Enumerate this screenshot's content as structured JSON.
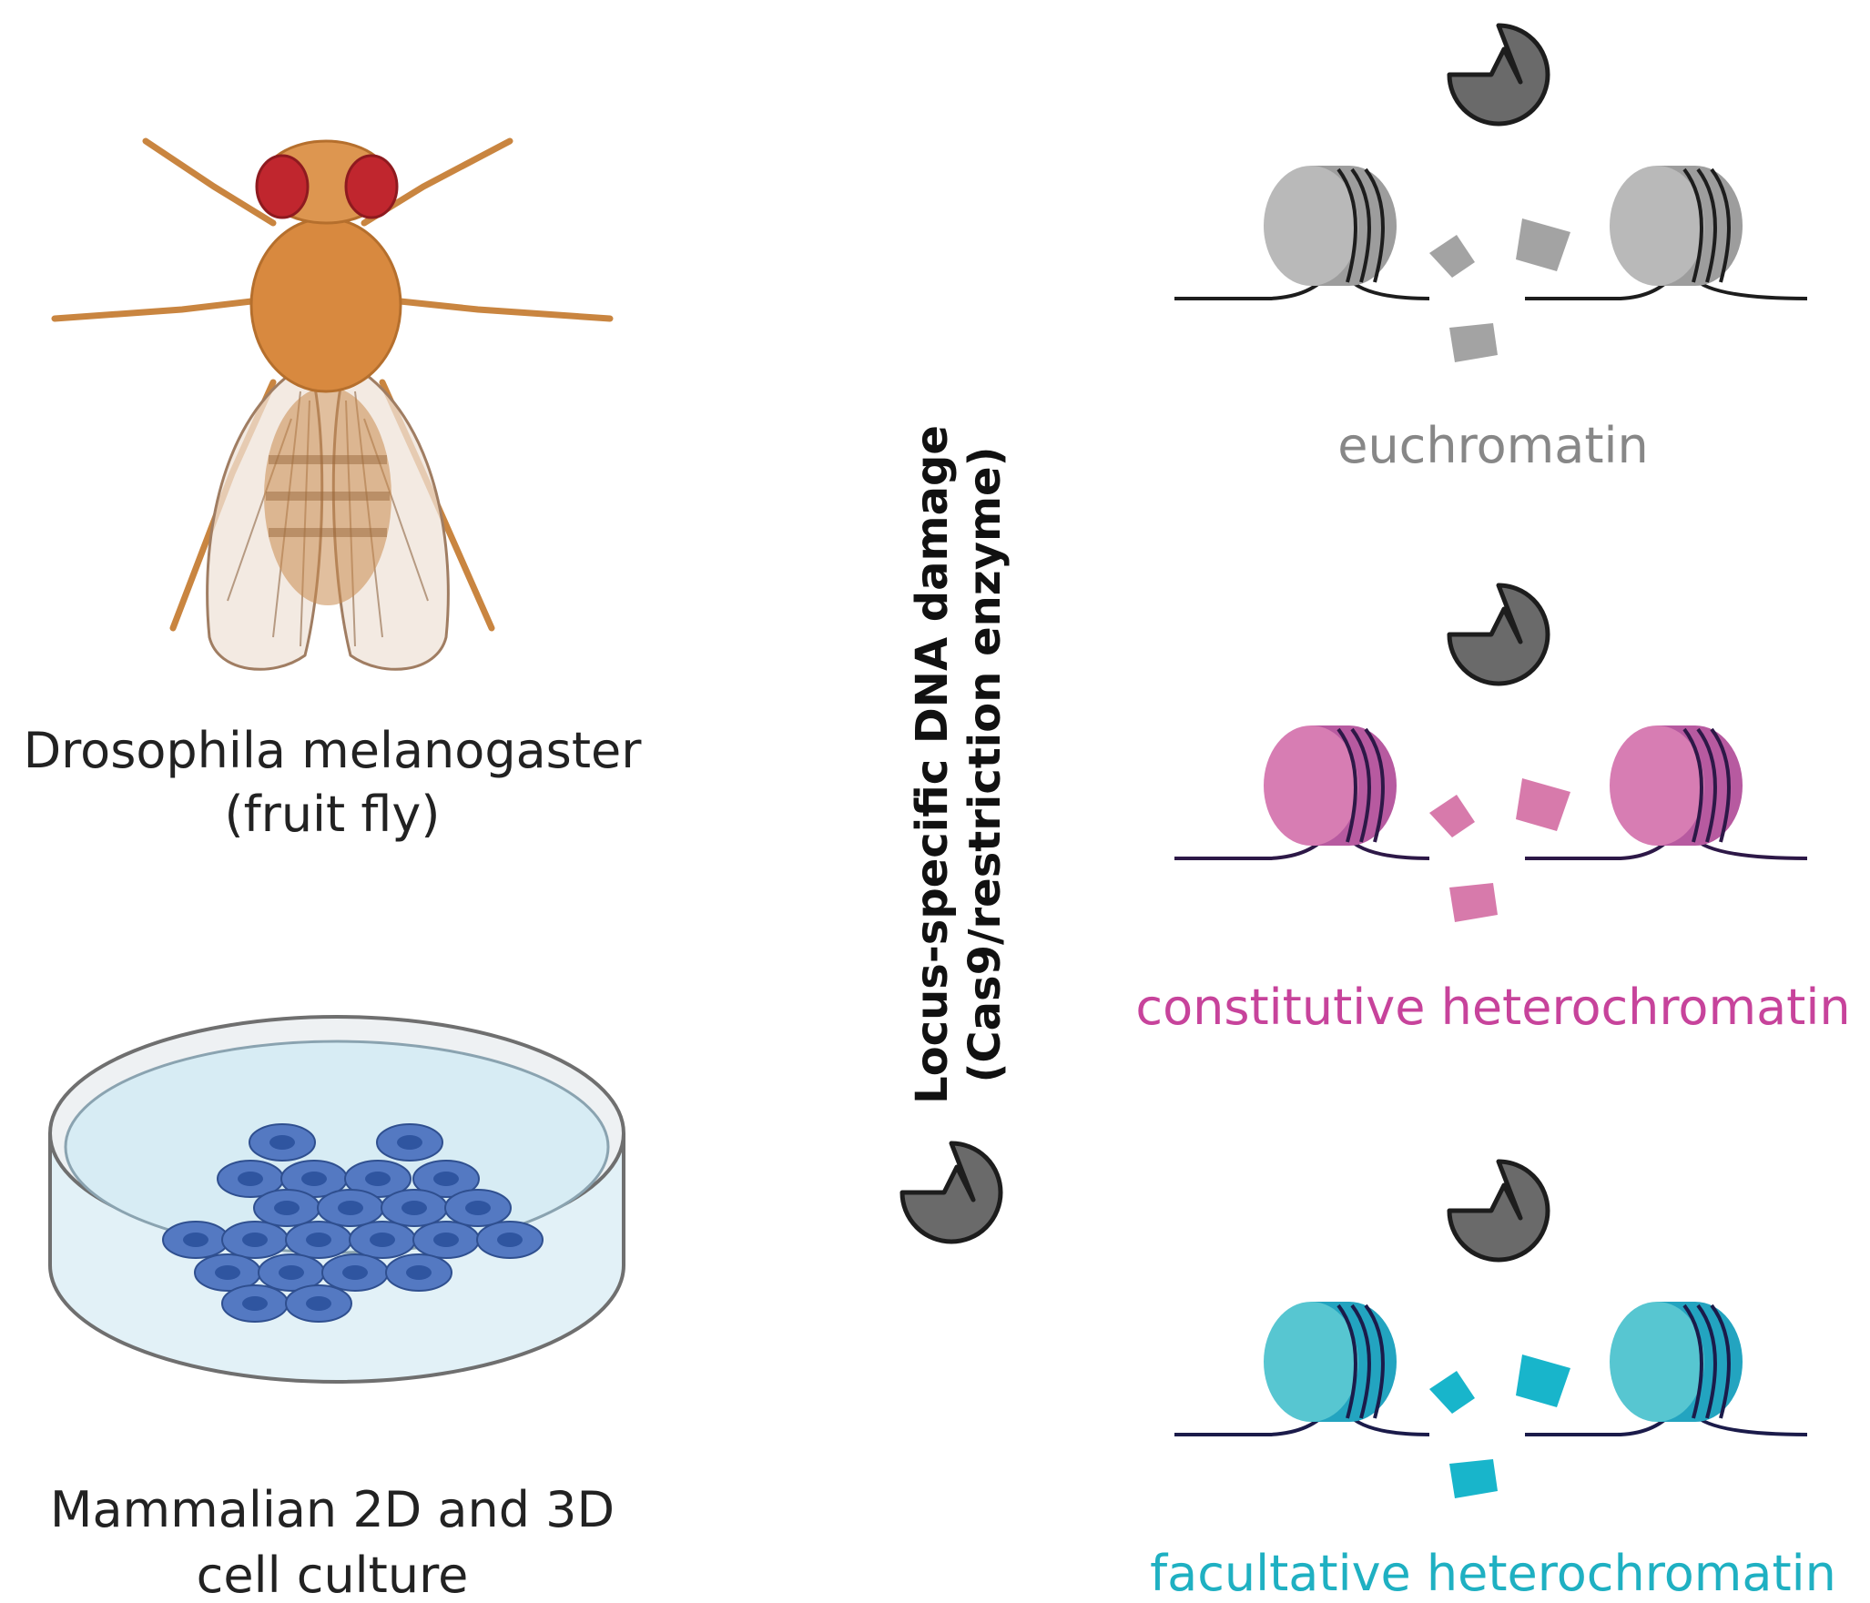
{
  "models": {
    "fly_label_line1": "Drosophila melanogaster",
    "fly_label_line2": "(fruit fly)",
    "culture_label_line1": "Mammalian 2D and 3D",
    "culture_label_line2": "cell culture"
  },
  "damage": {
    "title_line1": "Locus-specific DNA damage",
    "title_line2": "(Cas9/restriction enzyme)"
  },
  "chromatin": [
    {
      "label": "euchromatin",
      "color": "#878787"
    },
    {
      "label": "constitutive heterochromatin",
      "color": "#c7439b"
    },
    {
      "label": "facultative heterochromatin",
      "color": "#1fb0c2"
    }
  ],
  "colors": {
    "text": "#222222",
    "enzyme": "#6a6a6a",
    "fly_body": "#d8893f",
    "fly_eye": "#c0262e",
    "cells": "#4a6db3",
    "dish_medium": "#d7ecf4"
  }
}
